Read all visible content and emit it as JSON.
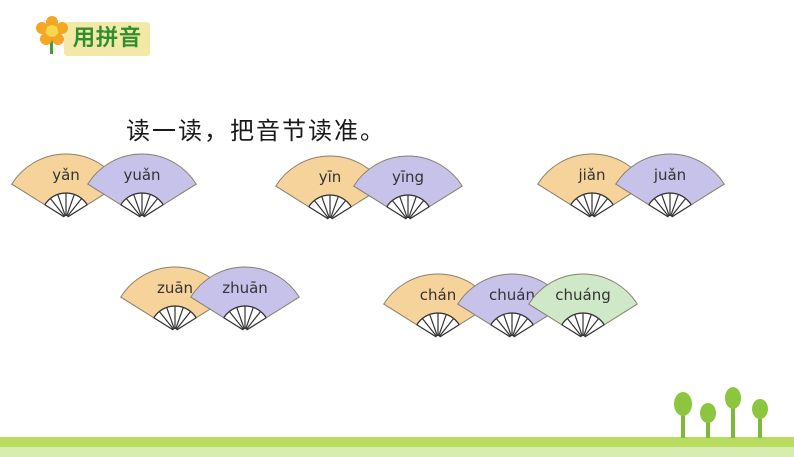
{
  "header": {
    "title": "用拼音"
  },
  "instruction": "读一读，把音节读准。",
  "fan_groups": [
    {
      "fans": [
        {
          "text": "yǎn",
          "color": "#f7d39c"
        },
        {
          "text": "yuǎn",
          "color": "#c7c2e9"
        }
      ]
    },
    {
      "fans": [
        {
          "text": "yīn",
          "color": "#f7d39c"
        },
        {
          "text": "yīng",
          "color": "#c7c2e9"
        }
      ]
    },
    {
      "fans": [
        {
          "text": "jiǎn",
          "color": "#f7d39c"
        },
        {
          "text": "juǎn",
          "color": "#c7c2e9"
        }
      ]
    },
    {
      "fans": [
        {
          "text": "zuān",
          "color": "#f7d39c"
        },
        {
          "text": "zhuān",
          "color": "#c7c2e9"
        }
      ]
    },
    {
      "fans": [
        {
          "text": "chán",
          "color": "#f7d39c"
        },
        {
          "text": "chuán",
          "color": "#c7c2e9"
        },
        {
          "text": "chuáng",
          "color": "#cfe8c8"
        }
      ]
    }
  ],
  "colors": {
    "header_text": "#2f8f2f",
    "header_bg": "#f2e9a6",
    "ground": "#b8dc5e",
    "tree": "#8cc63e"
  }
}
